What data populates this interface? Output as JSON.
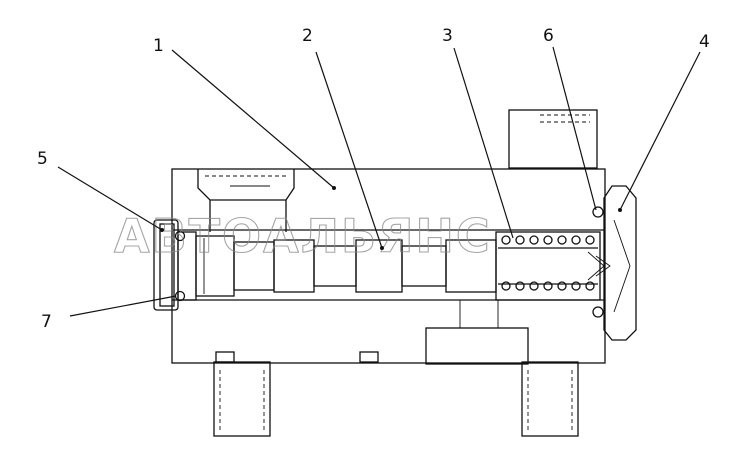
{
  "watermark": "АВТОАЛЬЯНС",
  "callouts": [
    {
      "id": "1",
      "label": "1"
    },
    {
      "id": "2",
      "label": "2"
    },
    {
      "id": "3",
      "label": "3"
    },
    {
      "id": "4",
      "label": "4"
    },
    {
      "id": "5",
      "label": "5"
    },
    {
      "id": "6",
      "label": "6"
    },
    {
      "id": "7",
      "label": "7"
    }
  ]
}
